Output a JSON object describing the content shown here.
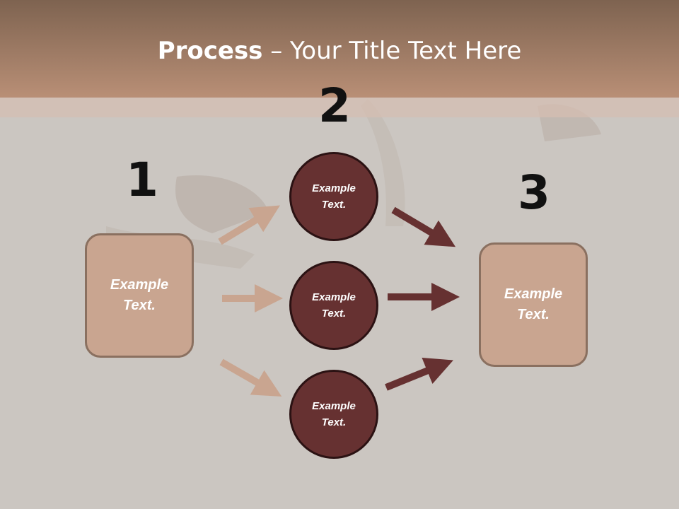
{
  "slide": {
    "title_bold": "Process",
    "title_rest": " – Your Title Text Here",
    "step_numbers": [
      "1",
      "2",
      "3"
    ],
    "left_box": {
      "line1": "Example",
      "line2": "Text."
    },
    "right_box": {
      "line1": "Example",
      "line2": "Text."
    },
    "circles": [
      {
        "line1": "Example",
        "line2": "Text."
      },
      {
        "line1": "Example",
        "line2": "Text."
      },
      {
        "line1": "Example",
        "line2": "Text."
      }
    ]
  },
  "colors": {
    "header": "#b08a72",
    "background": "#cbc6c1",
    "box_fill": "#c9a590",
    "circle_fill": "#663131",
    "light_arrow": "#c9a590",
    "dark_arrow": "#663131"
  }
}
